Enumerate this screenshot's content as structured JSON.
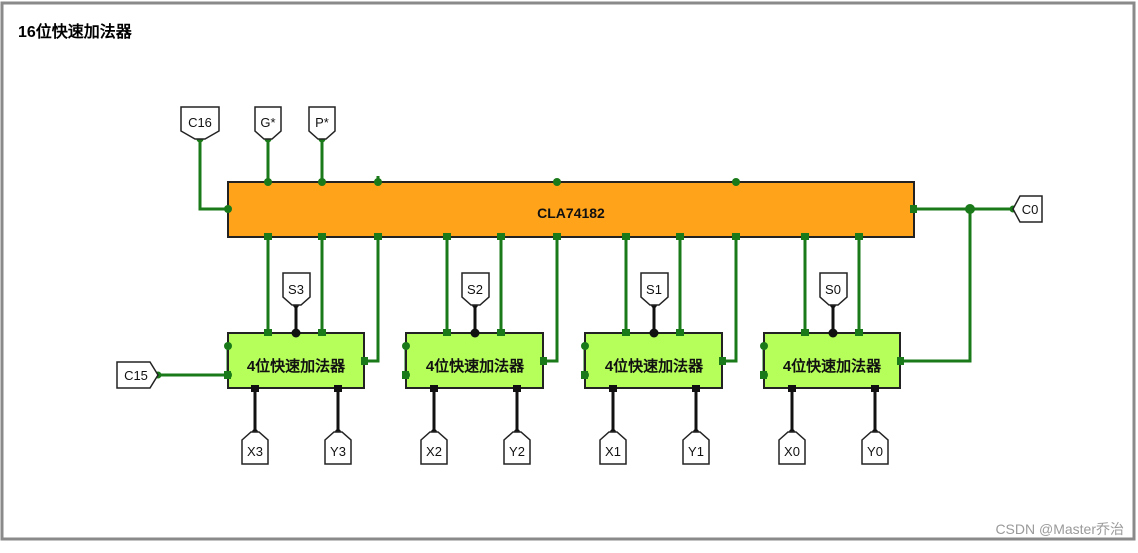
{
  "title": "16位快速加法器",
  "watermark": "CSDN @Master乔治",
  "colors": {
    "wire_green": "#1a7a1a",
    "wire_black": "#111111",
    "cla_fill": "#ffa31a",
    "adder_fill": "#b6ff5a",
    "frame": "#888888"
  },
  "cla": {
    "label": "CLA74182"
  },
  "adders": [
    {
      "label": "4位快速加法器",
      "s": "S3",
      "x": "X3",
      "y": "Y3"
    },
    {
      "label": "4位快速加法器",
      "s": "S2",
      "x": "X2",
      "y": "Y2"
    },
    {
      "label": "4位快速加法器",
      "s": "S1",
      "x": "X1",
      "y": "Y1"
    },
    {
      "label": "4位快速加法器",
      "s": "S0",
      "x": "X0",
      "y": "Y0"
    }
  ],
  "pins": {
    "c16": "C16",
    "g_star": "G*",
    "p_star": "P*",
    "c0": "C0",
    "c15": "C15"
  }
}
